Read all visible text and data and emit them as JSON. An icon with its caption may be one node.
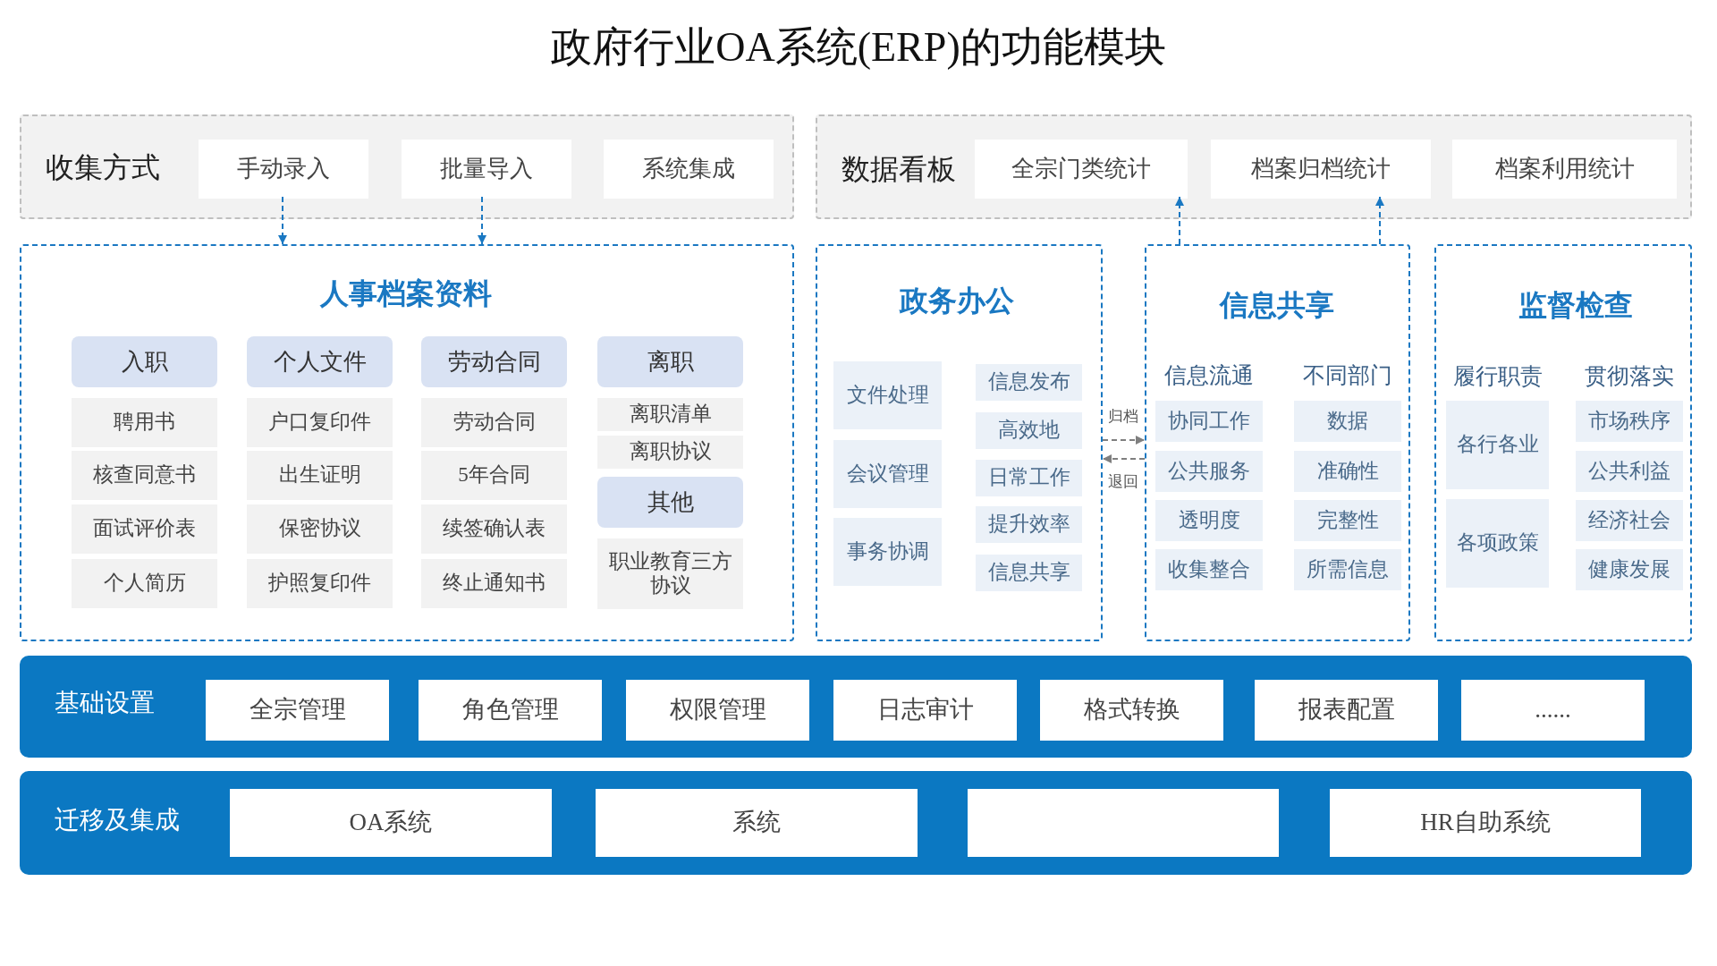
{
  "diagram": {
    "title": "政府行业OA系统(ERP)的功能模块",
    "nodes": [
      {
        "text": [
          "收集方式"
        ]
      },
      {
        "text": [
          "手动录入"
        ],
        "in": 0
      },
      {
        "text": [
          "批量导入"
        ],
        "in": 0
      },
      {
        "text": [
          "系统集成"
        ],
        "in": 0
      },
      {
        "text": [
          "数据看板"
        ]
      },
      {
        "text": [
          "全宗门类统计"
        ],
        "in": 4
      },
      {
        "text": [
          "档案归档统计"
        ],
        "in": 4
      },
      {
        "text": [
          "档案利用统计"
        ],
        "in": 4
      },
      {
        "text": [
          "人事档案资料"
        ]
      },
      {
        "text": [
          "入职"
        ],
        "in": 8
      },
      {
        "text": [
          "聘用书"
        ],
        "in": 8
      },
      {
        "text": [
          "核查同意书"
        ],
        "in": 8
      },
      {
        "text": [
          "面试评价表"
        ],
        "in": 8
      },
      {
        "text": [
          "个人简历"
        ],
        "in": 8
      },
      {
        "text": [
          "个人文件"
        ],
        "in": 8
      },
      {
        "text": [
          "户口复印件"
        ],
        "in": 8
      },
      {
        "text": [
          "出生证明"
        ],
        "in": 8
      },
      {
        "text": [
          "保密协议"
        ],
        "in": 8
      },
      {
        "text": [
          "护照复印件"
        ],
        "in": 8
      },
      {
        "text": [
          "劳动合同"
        ],
        "in": 8
      },
      {
        "text": [
          "劳动合同"
        ],
        "in": 8
      },
      {
        "text": [
          "5年合同"
        ],
        "in": 8
      },
      {
        "text": [
          "续签确认表"
        ],
        "in": 8
      },
      {
        "text": [
          "终止通知书"
        ],
        "in": 8
      },
      {
        "text": [
          "离职"
        ],
        "in": 8
      },
      {
        "text": [
          "离职清单"
        ],
        "in": 8
      },
      {
        "text": [
          "离职协议"
        ],
        "in": 8
      },
      {
        "text": [
          "其他"
        ],
        "in": 8
      },
      {
        "text": [
          "职业教育三方协议"
        ],
        "in": 8
      },
      {
        "text": [
          "政务办公"
        ]
      },
      {
        "text": [
          "文件处理"
        ],
        "in": 29
      },
      {
        "text": [
          "会议管理"
        ],
        "in": 29
      },
      {
        "text": [
          "事务协调"
        ],
        "in": 29
      },
      {
        "text": [
          "信息发布"
        ],
        "in": 29
      },
      {
        "text": [
          "高效地"
        ],
        "in": 29
      },
      {
        "text": [
          "日常工作"
        ],
        "in": 29
      },
      {
        "text": [
          "提升效率"
        ],
        "in": 29
      },
      {
        "text": [
          "信息共享"
        ],
        "in": 29
      },
      {
        "text": [
          "信息共享",
          "信息流通",
          "不同部门"
        ]
      },
      {
        "text": [
          "协同工作"
        ],
        "in": 38
      },
      {
        "text": [
          "公共服务"
        ],
        "in": 38
      },
      {
        "text": [
          "透明度"
        ],
        "in": 38
      },
      {
        "text": [
          "收集整合"
        ],
        "in": 38
      },
      {
        "text": [
          "数据"
        ],
        "in": 38
      },
      {
        "text": [
          "准确性"
        ],
        "in": 38
      },
      {
        "text": [
          "完整性"
        ],
        "in": 38
      },
      {
        "text": [
          "所需信息"
        ],
        "in": 38
      },
      {
        "text": [
          "监督检查",
          "履行职责",
          "贯彻落实"
        ]
      },
      {
        "text": [
          "各行各业"
        ],
        "in": 47
      },
      {
        "text": [
          "各项政策"
        ],
        "in": 47
      },
      {
        "text": [
          "市场秩序"
        ],
        "in": 47
      },
      {
        "text": [
          "公共利益"
        ],
        "in": 47
      },
      {
        "text": [
          "经济社会"
        ],
        "in": 47
      },
      {
        "text": [
          "健康发展"
        ],
        "in": 47
      },
      {
        "text": [
          "基础设置"
        ]
      },
      {
        "text": [
          "全宗管理"
        ],
        "in": 54
      },
      {
        "text": [
          "角色管理"
        ],
        "in": 54
      },
      {
        "text": [
          "权限管理"
        ],
        "in": 54
      },
      {
        "text": [
          "日志审计"
        ],
        "in": 54
      },
      {
        "text": [
          "格式转换"
        ],
        "in": 54
      },
      {
        "text": [
          "报表配置"
        ],
        "in": 54
      },
      {
        "text": [
          "......"
        ],
        "in": 54
      },
      {
        "text": [
          "迁移及集成"
        ]
      },
      {
        "text": [
          "OA系统"
        ],
        "in": 62
      },
      {
        "text": [
          "系统"
        ],
        "in": 62
      },
      {
        "text": [],
        "shape": "box",
        "in": 62
      },
      {
        "text": [
          "HR自助系统"
        ],
        "in": 62
      }
    ],
    "edges": [
      {
        "from": 1,
        "to": 8,
        "arrow": "to",
        "style": "dashed"
      },
      {
        "from": 2,
        "to": 8,
        "arrow": "to",
        "style": "dashed"
      },
      {
        "from": 38,
        "to": 5,
        "arrow": "to",
        "style": "dashed"
      },
      {
        "from": 38,
        "to": 6,
        "arrow": "to",
        "style": "dashed"
      },
      {
        "from": 29,
        "to": 38,
        "arrow": "to",
        "style": "dashed",
        "color": "#7f7f7f",
        "label": "归档"
      },
      {
        "from": 38,
        "to": 29,
        "arrow": "to",
        "style": "dashed",
        "color": "#7f7f7f",
        "label": "退回"
      }
    ]
  }
}
